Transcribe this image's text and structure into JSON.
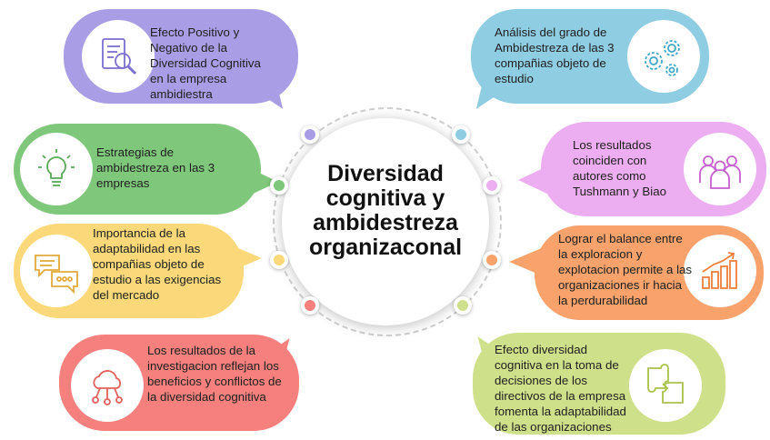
{
  "center_title": "Diversidad cognitiva y ambidestreza organizaconal",
  "colors": {
    "purple": "#a99ee6",
    "green": "#7fc77a",
    "yellow": "#fbd97a",
    "red": "#f5807d",
    "blue": "#8fcde3",
    "pink": "#ecaef0",
    "orange": "#f9a26c",
    "lime": "#cfe08a"
  },
  "bubbles": {
    "top_left": {
      "text": "Efecto Positivo y Negativo de la Diversidad Cognitiva en la empresa ambidiestra",
      "icon": "document-search-icon"
    },
    "mid_left": {
      "text": "Estrategias de ambidestreza en las 3 empresas",
      "icon": "lightbulb-icon"
    },
    "lower_left": {
      "text": "Importancia de la adaptabilidad en las compañias objeto de estudio a las exigencias del mercado",
      "icon": "chat-bubbles-icon"
    },
    "bottom_left": {
      "text": "Los resultados de la investigacion reflejan los beneficios y conflictos de la diversidad cognitiva",
      "icon": "cloud-network-icon"
    },
    "top_right": {
      "text": "Análisis del grado de Ambidestreza de las 3 compañias objeto de estudio",
      "icon": "gears-icon"
    },
    "mid_right": {
      "text": "Los resultados coinciden con autores como Tushmann y Biao",
      "icon": "people-group-icon"
    },
    "lower_right": {
      "text": "Lograr el balance entre la exploracion y explotacion permite a las organizaciones ir hacia la perdurabilidad",
      "icon": "growth-chart-icon"
    },
    "bottom_right": {
      "text": "Efecto diversidad cognitiva en la toma de decisiones de los directivos de la empresa fomenta la adaptabilidad de las organizaciones",
      "icon": "puzzle-icon"
    }
  }
}
